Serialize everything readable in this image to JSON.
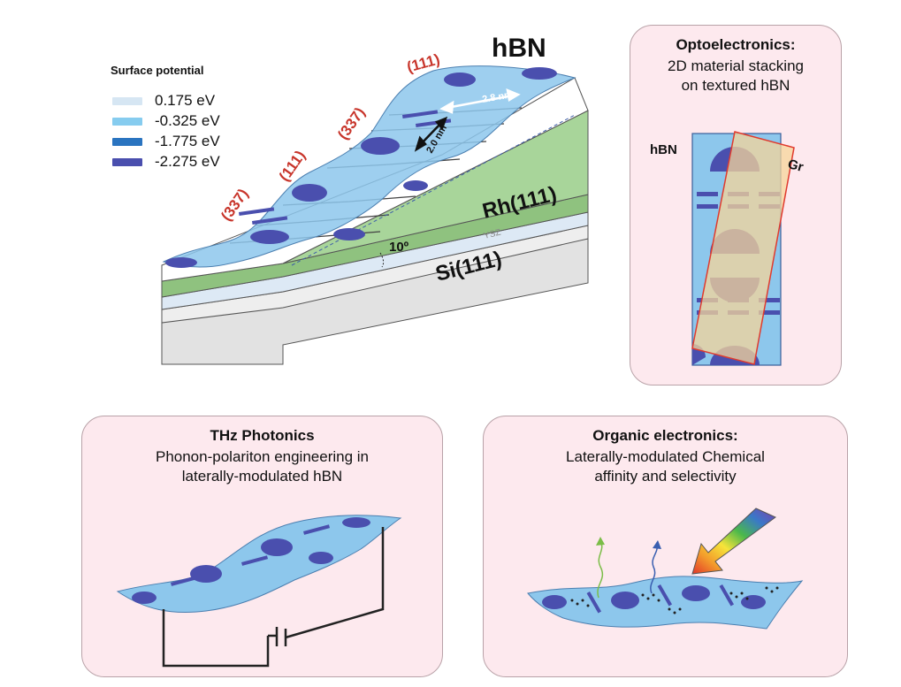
{
  "main_diagram": {
    "title": "hBN",
    "legend": {
      "title": "Surface potential",
      "items": [
        {
          "label": "0.175 eV",
          "color": "#d6e6f3"
        },
        {
          "label": "-0.325 eV",
          "color": "#86ccef"
        },
        {
          "label": "-1.775 eV",
          "color": "#2a74c0"
        },
        {
          "label": "-2.275 eV",
          "color": "#4a4fae"
        }
      ]
    },
    "facets": [
      "(337)",
      "(111)",
      "(337)",
      "(111)"
    ],
    "dimension_long": "2.8 nm",
    "dimension_short": "2.0 nm",
    "angle": "10º",
    "layers": {
      "rh": "Rh(111)",
      "ysz": "YSZ",
      "si": "Si(111)"
    }
  },
  "panels": {
    "optoelectronics": {
      "title": "Optoelectronics:",
      "subtitle_line1": "2D material stacking",
      "subtitle_line2": "on textured hBN",
      "label_hbn": "hBN",
      "label_gr": "Gr"
    },
    "thz": {
      "title": "THz Photonics",
      "subtitle_line1": "Phonon-polariton engineering in",
      "subtitle_line2": "laterally-modulated hBN"
    },
    "organic": {
      "title": "Organic electronics:",
      "subtitle_line1": "Laterally-modulated Chemical",
      "subtitle_line2": "affinity and selectivity"
    }
  },
  "colors": {
    "panel_bg": "#fde9ee",
    "panel_border": "#b9a2a8",
    "rh_green": "#a8d59a",
    "ysz_blue": "#dde9f5",
    "si_gray": "#e2e2e2",
    "hbn_sheet": "#8dc7ec",
    "facet_red": "#c8352b",
    "graphene_orange": "#f6d49a",
    "graphene_edge": "#e03a2e"
  }
}
